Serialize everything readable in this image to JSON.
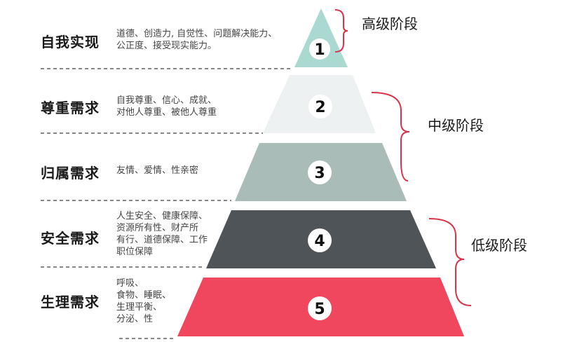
{
  "levels": [
    {
      "number": "1",
      "title": "自我实现",
      "desc": "道德、创造力, 自觉性、问题解决能力、\n公正度、接受现实能力。",
      "color": "#a9d9d0"
    },
    {
      "number": "2",
      "title": "尊重需求",
      "desc": "自我尊重、信心、成就、\n对他人尊重、被他人尊重",
      "color": "#eef1f1"
    },
    {
      "number": "3",
      "title": "归属需求",
      "desc": "友情、爱情、性亲密",
      "color": "#a9bcb7"
    },
    {
      "number": "4",
      "title": "安全需求",
      "desc": "人生安全、健康保障、\n资源所有性、财产所\n有行、道德保障、工作\n职位保障",
      "color": "#4f5459"
    },
    {
      "number": "5",
      "title": "生理需求",
      "desc": "呼吸、\n食物、睡眠、\n生理平衡、\n分泌、性",
      "color": "#f0475f"
    }
  ],
  "stages": [
    {
      "label": "高级阶段"
    },
    {
      "label": "中级阶段"
    },
    {
      "label": "低级阶段"
    }
  ],
  "colors": {
    "bracket": "#d9334a",
    "divider": "#888888"
  }
}
